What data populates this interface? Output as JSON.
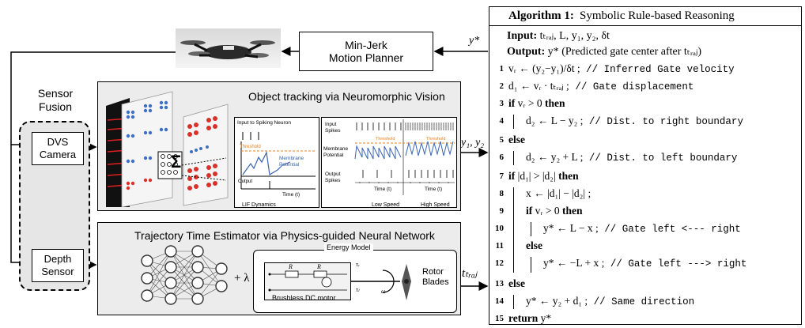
{
  "planner": {
    "line1": "Min-Jerk",
    "line2": "Motion Planner"
  },
  "arrow_labels": {
    "ystar": "y*",
    "y1y2": "y₁, y₂",
    "ttraj": "tₜᵣₐⱼ"
  },
  "sensor_fusion": {
    "line1": "Sensor",
    "line2": "Fusion"
  },
  "dvs": {
    "line1": "DVS",
    "line2": "Camera"
  },
  "depth": {
    "line1": "Depth",
    "line2": "Sensor"
  },
  "tracking": {
    "title": "Object tracking via Neuromorphic Vision",
    "sigma": "Σ",
    "lif": {
      "input_label": "Input to Spiking Neuron",
      "threshold": "Threshold",
      "membrane": "Membrane\nPotential",
      "output": "Output",
      "time": "Time (t)",
      "caption": "LIF Dynamics"
    },
    "plots": {
      "input_spikes": "Input\nSpikes",
      "membrane_potential": "Membrane\nPotential",
      "output_spikes": "Output\nSpikes",
      "threshold": "Threshold",
      "time1": "Time (t)",
      "time2": "Time (t)",
      "low_speed": "Low Speed",
      "high_speed": "High Speed"
    }
  },
  "estimator": {
    "title": "Trajectory Time Estimator via Physics-guided Neural Network",
    "plus_lambda": "+ λ",
    "energy_model": "Energy Model",
    "motor_label": "Brushless DC motor",
    "r": "R",
    "rotor": "Rotor\nBlades",
    "tau_r": "τᵣ",
    "tau_l": "τₗ",
    "omega": "ω"
  },
  "algorithm": {
    "title_bold": "Algorithm 1:",
    "title_rest": " Symbolic Rule-based Reasoning",
    "input_label": "Input:",
    "input_value": " tₜᵣₐⱼ, L, y₁, y₂, δt",
    "output_label": "Output:",
    "output_value": " y*   (Predicted gate center after  tₜᵣₐⱼ)",
    "lines": [
      {
        "n": "1",
        "code": "vᵣ ← (y₂−y₁)/δt ;",
        "comment": " // Inferred Gate velocity"
      },
      {
        "n": "2",
        "code": "d₁ ← vᵣ · tₜᵣₐⱼ ;",
        "comment": " // Gate displacement"
      },
      {
        "n": "3",
        "kw": "if",
        "code": " vᵣ > 0 ",
        "kw2": "then"
      },
      {
        "n": "4",
        "code": "d₂ ← L − y₂ ;",
        "comment": " // Dist. to right boundary"
      },
      {
        "n": "5",
        "kw": "else"
      },
      {
        "n": "6",
        "code": "d₂ ← y₂ + L ;",
        "comment": " // Dist. to left boundary"
      },
      {
        "n": "7",
        "kw": "if",
        "code": " |d₁| > |d₂| ",
        "kw2": "then"
      },
      {
        "n": "8",
        "code": "x ← |d₁| − |d₂| ;"
      },
      {
        "n": "9",
        "kw": "if",
        "code": " vᵣ > 0 ",
        "kw2": "then"
      },
      {
        "n": "10",
        "code": "y* ← L − x ;",
        "comment": " // Gate left <--- right"
      },
      {
        "n": "11",
        "kw": "else"
      },
      {
        "n": "12",
        "code": "y* ← −L + x ;",
        "comment": " // Gate left ---> right"
      },
      {
        "n": "13",
        "kw": "else"
      },
      {
        "n": "14",
        "code": "y* ← y₂ + d₁ ;",
        "comment": " // Same direction"
      },
      {
        "n": "15",
        "kw": "return",
        "code": " y*"
      }
    ]
  },
  "colors": {
    "panel_bg": "#ececec",
    "red_dot": "#d9322a",
    "blue_dot": "#3f6fbf",
    "threshold": "#e8821e",
    "membrane": "#3b64b0",
    "arrow_red": "#e02020"
  }
}
